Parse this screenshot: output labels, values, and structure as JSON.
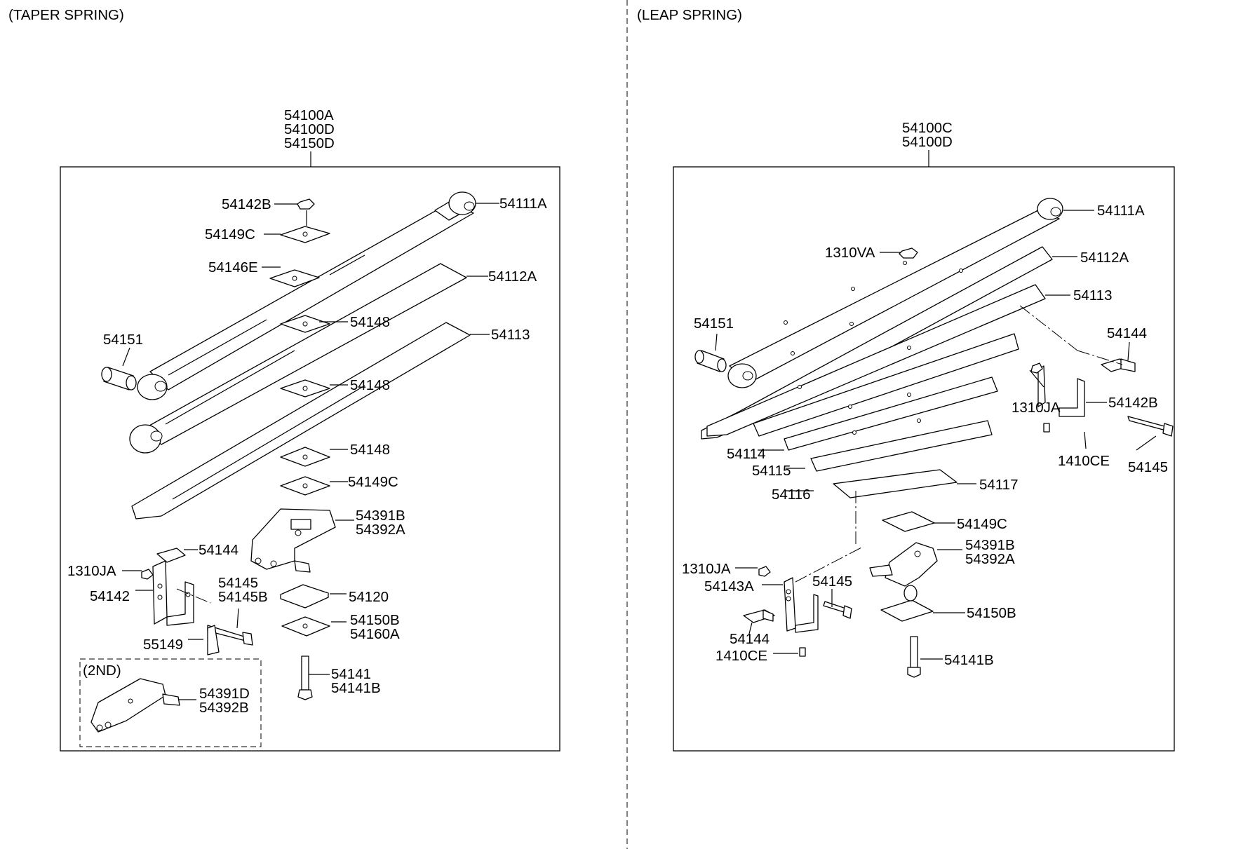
{
  "sections": [
    {
      "title": "(TAPER SPRING)",
      "assembly_numbers": [
        "54100A",
        "54100D",
        "54150D"
      ],
      "inset_title": "(2ND)",
      "callouts": [
        {
          "id": "54142B",
          "lines": [
            "54142B"
          ]
        },
        {
          "id": "54149C-top",
          "lines": [
            "54149C"
          ]
        },
        {
          "id": "54146E",
          "lines": [
            "54146E"
          ]
        },
        {
          "id": "54111A",
          "lines": [
            "54111A"
          ]
        },
        {
          "id": "54112A",
          "lines": [
            "54112A"
          ]
        },
        {
          "id": "54151",
          "lines": [
            "54151"
          ]
        },
        {
          "id": "54148-a",
          "lines": [
            "54148"
          ]
        },
        {
          "id": "54113",
          "lines": [
            "54113"
          ]
        },
        {
          "id": "54148-b",
          "lines": [
            "54148"
          ]
        },
        {
          "id": "54148-c",
          "lines": [
            "54148"
          ]
        },
        {
          "id": "54149C-bottom",
          "lines": [
            "54149C"
          ]
        },
        {
          "id": "54391B",
          "lines": [
            "54391B",
            "54392A"
          ]
        },
        {
          "id": "54144",
          "lines": [
            "54144"
          ]
        },
        {
          "id": "1310JA",
          "lines": [
            "1310JA"
          ]
        },
        {
          "id": "54145",
          "lines": [
            "54145",
            "54145B"
          ]
        },
        {
          "id": "54142",
          "lines": [
            "54142"
          ]
        },
        {
          "id": "54120",
          "lines": [
            "54120"
          ]
        },
        {
          "id": "54150B",
          "lines": [
            "54150B",
            "54160A"
          ]
        },
        {
          "id": "55149",
          "lines": [
            "55149"
          ]
        },
        {
          "id": "54141",
          "lines": [
            "54141",
            "54141B"
          ]
        },
        {
          "id": "54391D",
          "lines": [
            "54391D",
            "54392B"
          ]
        }
      ]
    },
    {
      "title": "(LEAP SPRING)",
      "assembly_numbers": [
        "54100C",
        "54100D"
      ],
      "callouts": [
        {
          "id": "54111A",
          "lines": [
            "54111A"
          ]
        },
        {
          "id": "1310VA",
          "lines": [
            "1310VA"
          ]
        },
        {
          "id": "54112A",
          "lines": [
            "54112A"
          ]
        },
        {
          "id": "54113",
          "lines": [
            "54113"
          ]
        },
        {
          "id": "54151",
          "lines": [
            "54151"
          ]
        },
        {
          "id": "54144-top",
          "lines": [
            "54144"
          ]
        },
        {
          "id": "1310JA-top",
          "lines": [
            "1310JA"
          ]
        },
        {
          "id": "54142B",
          "lines": [
            "54142B"
          ]
        },
        {
          "id": "1410CE-top",
          "lines": [
            "1410CE"
          ]
        },
        {
          "id": "54145-right",
          "lines": [
            "54145"
          ]
        },
        {
          "id": "54114",
          "lines": [
            "54114"
          ]
        },
        {
          "id": "54115",
          "lines": [
            "54115"
          ]
        },
        {
          "id": "54117",
          "lines": [
            "54117"
          ]
        },
        {
          "id": "54116",
          "lines": [
            "54116"
          ]
        },
        {
          "id": "54149C",
          "lines": [
            "54149C"
          ]
        },
        {
          "id": "54391B",
          "lines": [
            "54391B",
            "54392A"
          ]
        },
        {
          "id": "1310JA-bottom",
          "lines": [
            "1310JA"
          ]
        },
        {
          "id": "54143A",
          "lines": [
            "54143A"
          ]
        },
        {
          "id": "54145-bottom",
          "lines": [
            "54145"
          ]
        },
        {
          "id": "54150B",
          "lines": [
            "54150B"
          ]
        },
        {
          "id": "54144-bottom",
          "lines": [
            "54144"
          ]
        },
        {
          "id": "1410CE-bottom",
          "lines": [
            "1410CE"
          ]
        },
        {
          "id": "54141B",
          "lines": [
            "54141B"
          ]
        }
      ]
    }
  ]
}
